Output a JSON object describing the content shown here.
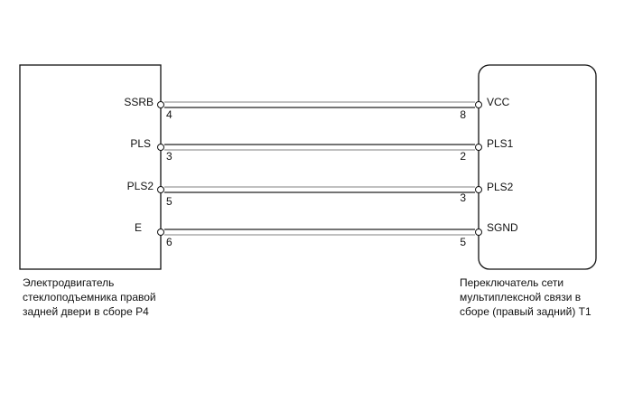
{
  "left_component": {
    "caption_lines": [
      "Электродвигатель",
      "стеклоподъемника правой",
      "задней двери в сборе P4"
    ]
  },
  "right_component": {
    "caption_lines": [
      "Переключатель сети",
      "мультиплексной связи в",
      "сборе (правый задний) T1"
    ]
  },
  "connections": [
    {
      "left_signal": "SSRB",
      "left_pin": "4",
      "right_signal": "VCC",
      "right_pin": "8"
    },
    {
      "left_signal": "PLS",
      "left_pin": "3",
      "right_signal": "PLS1",
      "right_pin": "2"
    },
    {
      "left_signal": "PLS2",
      "left_pin": "5",
      "right_signal": "PLS2",
      "right_pin": "3"
    },
    {
      "left_signal": "E",
      "left_pin": "6",
      "right_signal": "SGND",
      "right_pin": "5"
    }
  ]
}
